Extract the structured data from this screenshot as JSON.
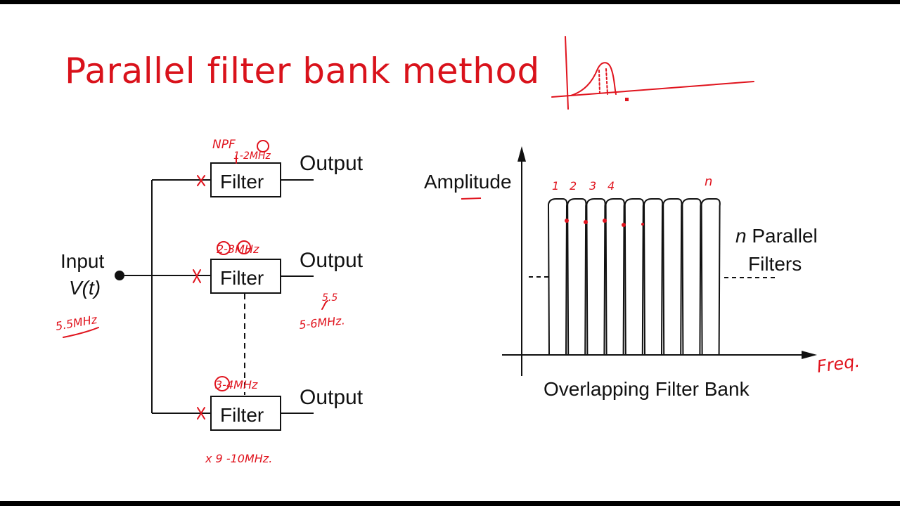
{
  "slide": {
    "title": "Parallel filter bank method"
  },
  "block_diagram": {
    "input_label": "Input",
    "input_signal": "V(t)",
    "filters": [
      {
        "label": "Filter",
        "output": "Output"
      },
      {
        "label": "Filter",
        "output": "Output"
      },
      {
        "label": "Filter",
        "output": "Output"
      }
    ]
  },
  "spectrum": {
    "y_axis_label": "Amplitude",
    "x_axis_caption": "Overlapping Filter Bank",
    "side_label_var": "n",
    "side_label_line1": " Parallel",
    "side_label_line2": "Filters",
    "filter_count": 9
  },
  "annotations": {
    "npf": "NPF",
    "filter1_range": "1-2MHz",
    "filter2_range": "2-3MHz",
    "filter3_range": "3-4MHz",
    "input_freq": "5.5MHz",
    "out_note_top": "5.5",
    "out_note_bottom": "5-6MHz.",
    "bottom_note": "x 9 -10MHz.",
    "freq_label": "Freq.",
    "channel_numbers": [
      "1",
      "2",
      "3",
      "4"
    ],
    "channel_n": "n",
    "colors": {
      "ink": "#e0141e",
      "title": "#d9121b",
      "print": "#111111"
    }
  }
}
